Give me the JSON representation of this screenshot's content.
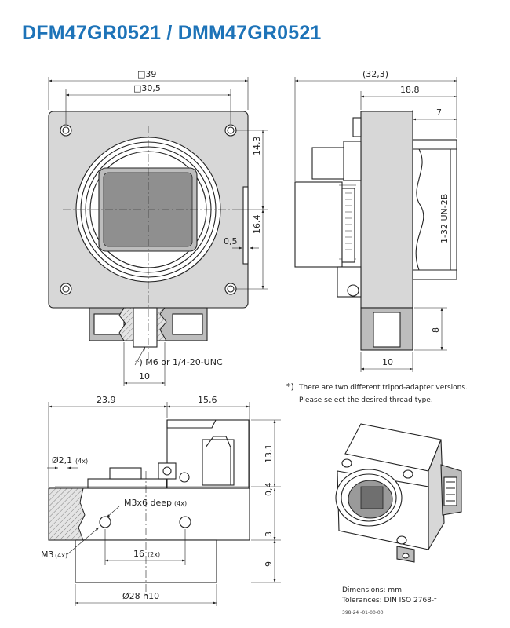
{
  "title": "DFM47GR0521 / DMM47GR0521",
  "front": {
    "width_outer": "□39",
    "width_inner": "□30,5",
    "d_top": "14,3",
    "d_mid": "16,4",
    "d_gap": "0,5",
    "tripod_note": "*) M6 or 1/4-20-UNC",
    "tripod_width": "10"
  },
  "side": {
    "total_depth": "(32,3)",
    "body_depth": "18,8",
    "mount_depth": "7",
    "thread": "1-32 UN-2B",
    "tripod_height": "8",
    "tripod_width": "10"
  },
  "note": {
    "mark": "*)",
    "line1": "There are two different tripod-adapter versions.",
    "line2": "Please select the desired thread type."
  },
  "bottom": {
    "d_left": "23,9",
    "d_right": "15,6",
    "hole_dia": "Ø2,1",
    "hole_count": "(4x)",
    "h_top": "13,1",
    "h_gap": "0,4",
    "screw": "M3x6 deep",
    "screw_count": "(4x)",
    "h_mid": "3",
    "m3": "M3",
    "m3_count": "(4x)",
    "spacing": "16",
    "spacing_count": "(2x)",
    "h_bottom": "9",
    "diameter": "Ø28 h10"
  },
  "footer": {
    "dimensions": "Dimensions: mm",
    "tolerances": "Tolerances: DIN ISO 2768-f",
    "code": "398-24 -01-00-00"
  }
}
